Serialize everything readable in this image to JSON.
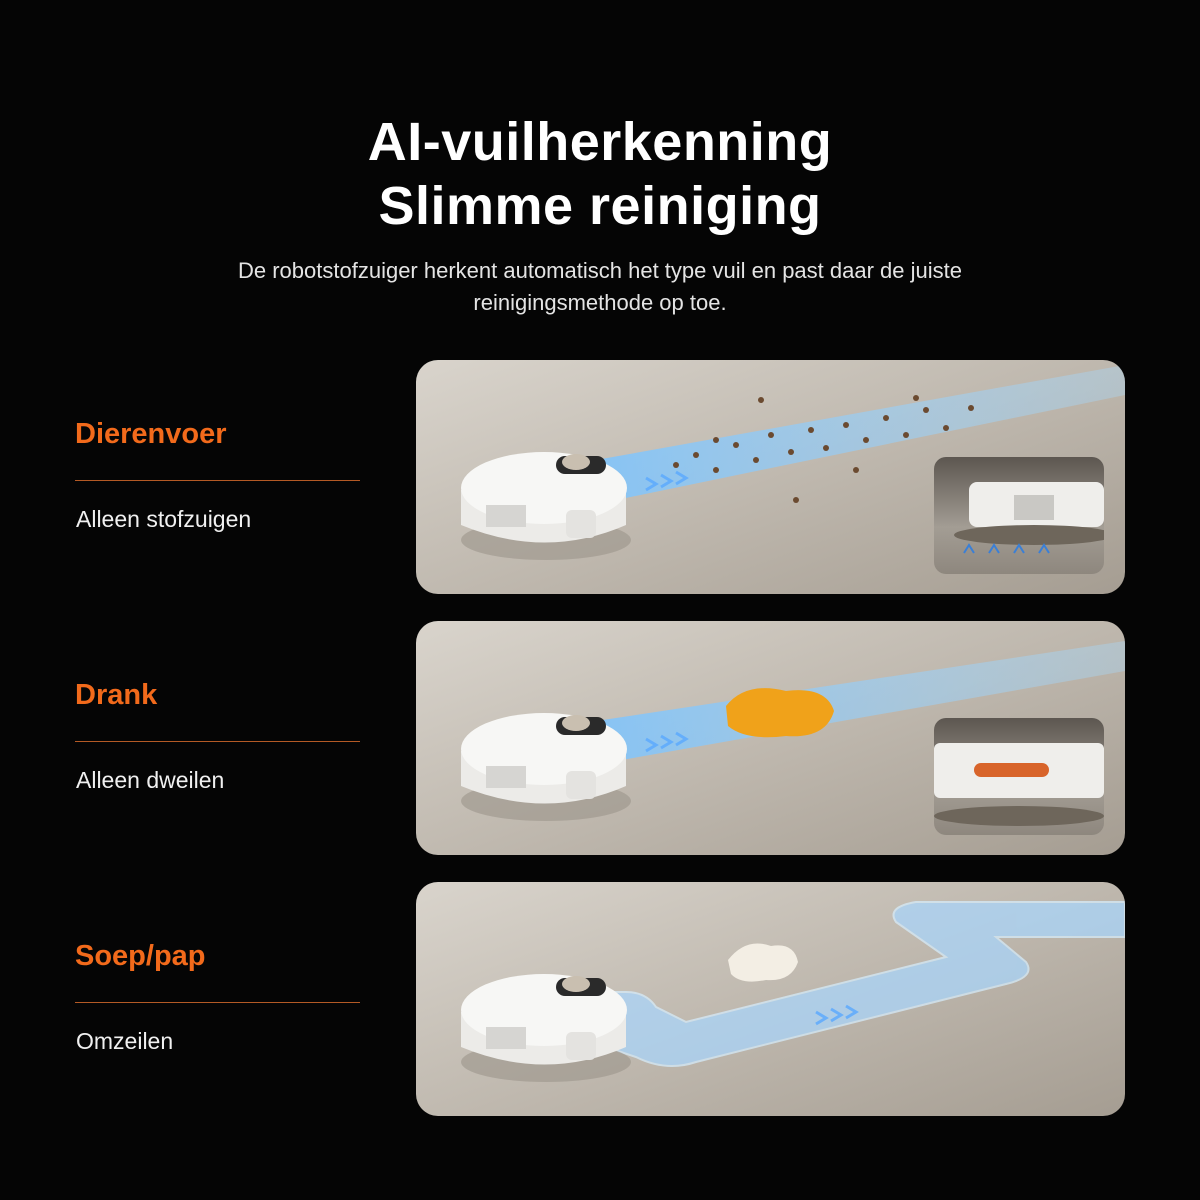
{
  "header": {
    "title_line1": "AI-vuilherkenning",
    "title_line2": "Slimme reiniging",
    "subtitle_line1": "De robotstofzuiger herkent automatisch het type vuil en past daar de juiste",
    "subtitle_line2": "reinigingsmethode op toe."
  },
  "rows": [
    {
      "category": "Dierenvoer",
      "mode": "Alleen stofzuigen"
    },
    {
      "category": "Drank",
      "mode": "Alleen dweilen"
    },
    {
      "category": "Soep/pap",
      "mode": "Omzeilen"
    }
  ],
  "colors": {
    "background": "#050505",
    "accent": "#f26a1b",
    "path_blue": "#8fd0ff"
  }
}
